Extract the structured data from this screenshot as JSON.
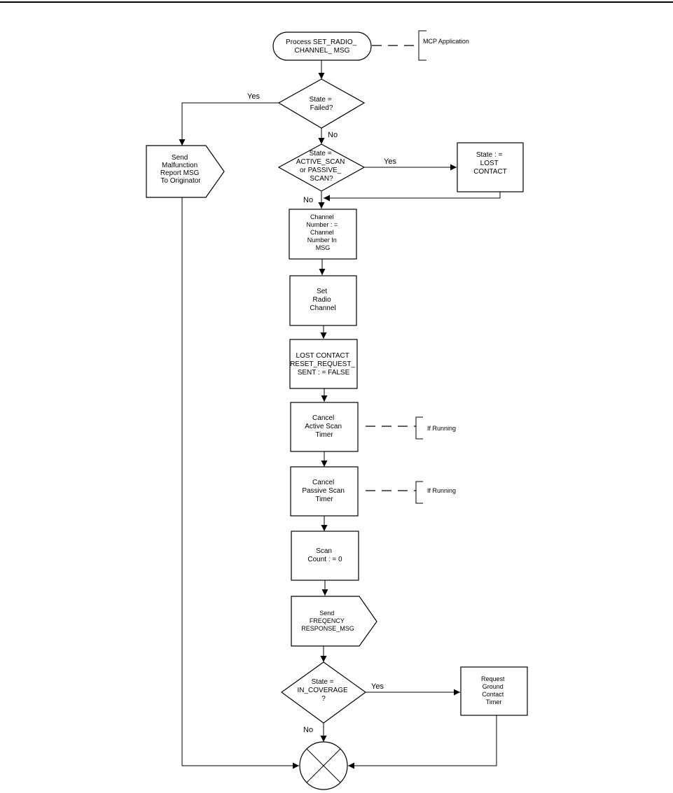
{
  "nodes": {
    "start": {
      "lines": [
        "Process SET_RADIO_",
        "CHANNEL_ MSG"
      ]
    },
    "mcp_note": {
      "lines": [
        "MCP Application"
      ]
    },
    "decision_failed": {
      "lines": [
        "State =",
        "Failed?"
      ]
    },
    "send_malfunction": {
      "lines": [
        "Send",
        "Malfunction",
        "Report MSG",
        "To Originator"
      ]
    },
    "decision_scan": {
      "lines": [
        "State =",
        "ACTIVE_SCAN",
        "or PASSIVE_",
        "SCAN?"
      ]
    },
    "state_lost_contact": {
      "lines": [
        "State : =",
        "LOST",
        "CONTACT"
      ]
    },
    "channel_number": {
      "lines": [
        "Channel",
        "Number : =",
        "Channel",
        "Number In",
        "MSG"
      ]
    },
    "set_radio_channel": {
      "lines": [
        "Set",
        "Radio",
        "Channel"
      ]
    },
    "lost_contact_reset": {
      "lines": [
        "LOST CONTACT",
        "RESET_REQUEST_",
        "SENT : = FALSE"
      ]
    },
    "cancel_active_scan": {
      "lines": [
        "Cancel",
        "Active Scan",
        "Timer"
      ]
    },
    "note_active": {
      "lines": [
        "If Running"
      ]
    },
    "cancel_passive_scan": {
      "lines": [
        "Cancel",
        "Passive Scan",
        "Timer"
      ]
    },
    "note_passive": {
      "lines": [
        "If Running"
      ]
    },
    "scan_count": {
      "lines": [
        "Scan",
        "Count : = 0"
      ]
    },
    "send_frequency": {
      "lines": [
        "Send",
        "FREQENCY",
        "RESPONSE_MSG"
      ]
    },
    "decision_coverage": {
      "lines": [
        "State =",
        "IN_COVERAGE",
        "?"
      ]
    },
    "request_ground": {
      "lines": [
        "Request",
        "Ground",
        "Contact",
        "Timer"
      ]
    },
    "end": {
      "lines": []
    }
  },
  "edge_labels": {
    "failed_yes": "Yes",
    "failed_no": "No",
    "scan_yes": "Yes",
    "scan_no": "No",
    "coverage_yes": "Yes",
    "coverage_no": "No"
  }
}
